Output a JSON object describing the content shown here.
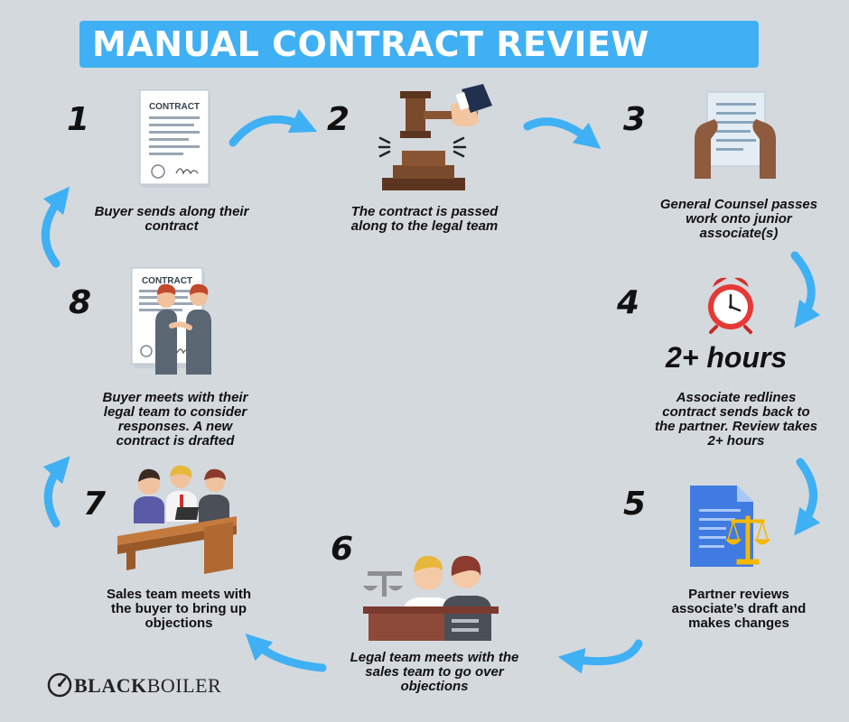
{
  "title": "MANUAL CONTRACT REVIEW",
  "colors": {
    "accent": "#3fb0f4",
    "background": "#d4d9de",
    "arrow": "#3fb0f4"
  },
  "steps": [
    {
      "number": "1",
      "caption": "Buyer sends along their contract",
      "icon": "contract-document-icon",
      "doc_label": "CONTRACT"
    },
    {
      "number": "2",
      "caption": "The contract is passed along to the legal team",
      "icon": "gavel-hand-icon"
    },
    {
      "number": "3",
      "caption": "General Counsel passes work onto junior associate(s)",
      "icon": "hands-holding-paper-icon"
    },
    {
      "number": "4",
      "caption": "Associate redlines contract sends back to the partner. Review takes 2+ hours",
      "icon": "alarm-clock-icon",
      "highlight": "2+ hours"
    },
    {
      "number": "5",
      "caption": "Partner reviews associate’s draft and makes changes",
      "icon": "document-scales-icon"
    },
    {
      "number": "6",
      "caption": "Legal team meets with the sales team to go over objections",
      "icon": "legal-team-meeting-icon"
    },
    {
      "number": "7",
      "caption": "Sales team meets with the buyer to bring up objections",
      "icon": "sales-meeting-desk-icon"
    },
    {
      "number": "8",
      "caption": "Buyer meets with their legal team to consider responses. A new contract is drafted",
      "icon": "handshake-contract-icon",
      "doc_label": "CONTRACT"
    }
  ],
  "logo": {
    "bold": "BLACK",
    "regular": "BOILER",
    "icon": "gauge-icon"
  }
}
